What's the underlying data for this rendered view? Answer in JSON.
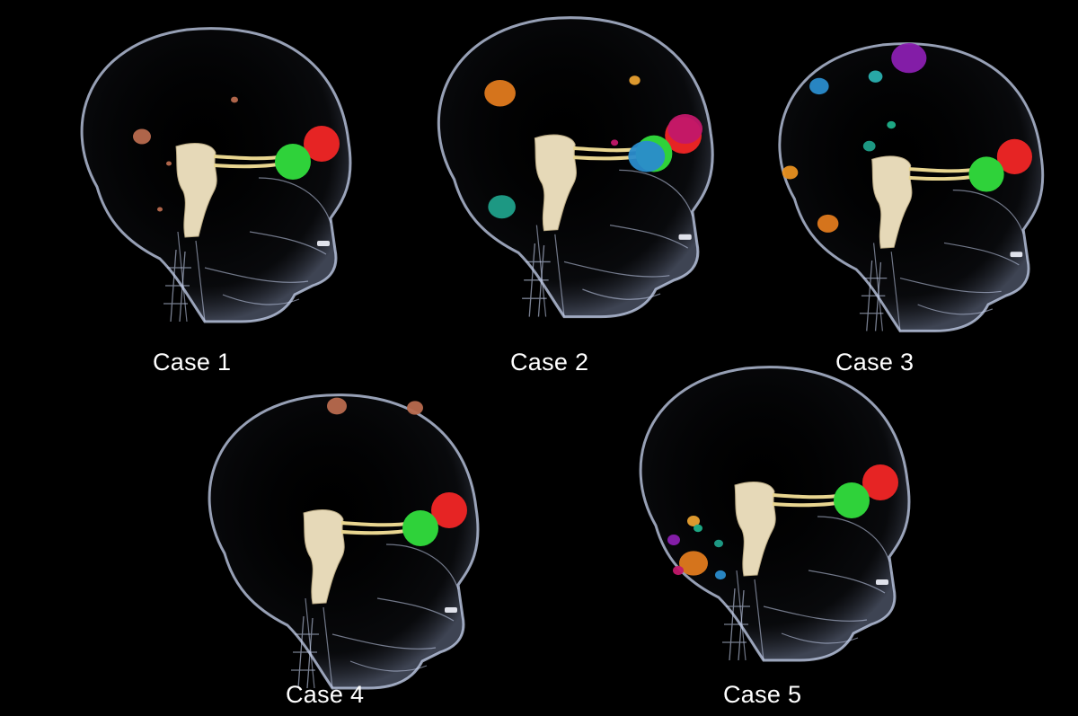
{
  "figure": {
    "background": "#000000",
    "structure_colors": {
      "skull": "#c8d4f0",
      "brainstem": "#e6d9b8",
      "optic_nerve": "#e8d590",
      "eye_right": "#e62424",
      "eye_left": "#2fd23a"
    },
    "cases": [
      {
        "label": "Case 1",
        "lesions": [
          "#b86a4e",
          "#b86a4e",
          "#b86a4e",
          "#b86a4e"
        ]
      },
      {
        "label": "Case 2",
        "lesions": [
          "#e07a1e",
          "#e8a030",
          "#c2186a",
          "#2a8ccc",
          "#1fa08a",
          "#c2186a"
        ]
      },
      {
        "label": "Case 3",
        "lesions": [
          "#8a1fb0",
          "#2a8ccc",
          "#2ab0b0",
          "#1fb08a",
          "#1fa08a",
          "#e89020",
          "#e07a1e"
        ]
      },
      {
        "label": "Case 4",
        "lesions": [
          "#b86a4e",
          "#b86a4e"
        ]
      },
      {
        "label": "Case 5",
        "lesions": [
          "#e07a1e",
          "#8a1fb0",
          "#c2186a",
          "#1fa08a",
          "#e8a030",
          "#2a8ccc",
          "#1fb08a"
        ]
      }
    ]
  }
}
